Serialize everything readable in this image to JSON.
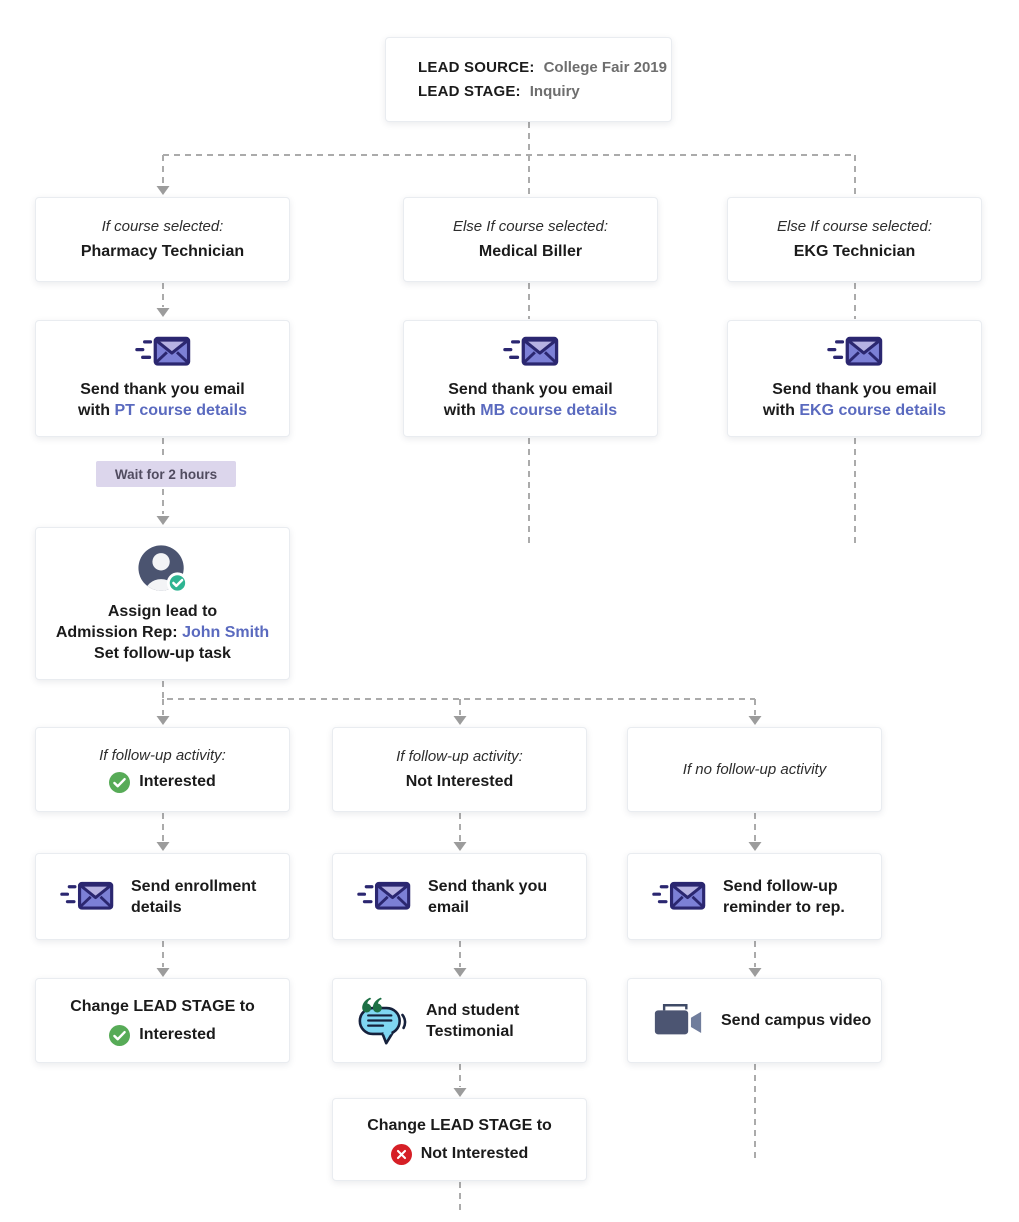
{
  "lead": {
    "source_label": "LEAD SOURCE:",
    "source_value": "College Fair 2019",
    "stage_label": "LEAD STAGE:",
    "stage_value": "Inquiry"
  },
  "course_branches": [
    {
      "condition": "If course selected:",
      "course": "Pharmacy Technician",
      "email_line1": "Send thank you email",
      "email_prefix": "with",
      "email_link": "PT course details"
    },
    {
      "condition": "Else If course selected:",
      "course": "Medical Biller",
      "email_line1": "Send thank you email",
      "email_prefix": "with",
      "email_link": "MB course details"
    },
    {
      "condition": "Else If course selected:",
      "course": "EKG Technician",
      "email_line1": "Send thank you email",
      "email_prefix": "with",
      "email_link": "EKG course details"
    }
  ],
  "wait": {
    "label": "Wait for 2 hours"
  },
  "assign": {
    "line1": "Assign lead to",
    "line2_label": "Admission Rep:",
    "line2_link": "John Smith",
    "line3": "Set follow-up task"
  },
  "followup_branches": [
    {
      "condition": "If follow-up activity:",
      "status": "Interested",
      "action": "Send enrollment details",
      "outcome_line": "Change LEAD STAGE to",
      "outcome_status": "Interested"
    },
    {
      "condition": "If follow-up activity:",
      "status": "Not Interested",
      "action": "Send thank you email",
      "extra": "And student Testimonial",
      "outcome_line": "Change LEAD STAGE to",
      "outcome_status": "Not Interested"
    },
    {
      "condition": "If no follow-up activity",
      "action": "Send follow-up reminder to rep.",
      "extra": "Send campus video"
    }
  ],
  "icons": [
    "envelope-icon",
    "avatar-check-icon",
    "check-circle-icon",
    "x-circle-icon",
    "testimonial-quote-icon",
    "video-camera-icon"
  ],
  "colors": {
    "link_blue": "#5a6abf",
    "success_green": "#57ab57",
    "error_red": "#d61f26",
    "badge_teal": "#2eb492",
    "envelope_outline": "#2b2770",
    "envelope_fill": "#7c80d6",
    "envelope_flap": "#b6b2e2",
    "avatar_slate": "#4b5470",
    "bubble_blue": "#7fd6f2",
    "bubble_outline": "#16213c",
    "quote_green": "#1d7045",
    "video_slate": "#4c5572",
    "video_lens": "#707d9c",
    "wait_badge_bg": "#dcd6ec",
    "wait_badge_text": "#514c60",
    "connector_gray": "#ababab"
  }
}
